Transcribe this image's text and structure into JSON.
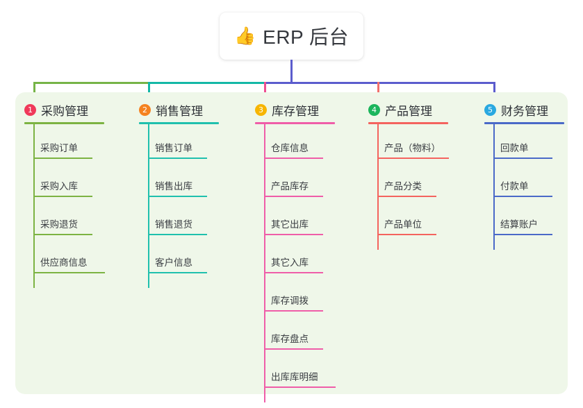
{
  "root": {
    "icon": "thumbs-up-icon",
    "icon_glyph": "👍",
    "title": "ERP 后台"
  },
  "panel": {
    "background_color": "#eff7e9"
  },
  "connector": {
    "stem_color": "#5b5ccd",
    "bus_segments": [
      {
        "color": "#76b447",
        "from": "col1",
        "to": "col2"
      },
      {
        "color": "#14b8a6",
        "from": "col2",
        "to": "col3"
      },
      {
        "color": "#5b5ccd",
        "from": "col3",
        "to": "col5"
      }
    ],
    "drops": [
      "#76b447",
      "#14b8a6",
      "#ef4f91",
      "#f2706b",
      "#5b5ccd"
    ]
  },
  "columns": [
    {
      "number": "1",
      "title": "采购管理",
      "badge_color": "#f0395a",
      "accent_color": "#7cb342",
      "items": [
        "采购订单",
        "采购入库",
        "采购退货",
        "供应商信息"
      ]
    },
    {
      "number": "2",
      "title": "销售管理",
      "badge_color": "#f58220",
      "accent_color": "#1fc0ad",
      "items": [
        "销售订单",
        "销售出库",
        "销售退货",
        "客户信息"
      ]
    },
    {
      "number": "3",
      "title": "库存管理",
      "badge_color": "#f7b500",
      "accent_color": "#ef5da8",
      "items": [
        "仓库信息",
        "产品库存",
        "其它出库",
        "其它入库",
        "库存调拨",
        "库存盘点",
        "出库库明细"
      ]
    },
    {
      "number": "4",
      "title": "产品管理",
      "badge_color": "#1bb55c",
      "accent_color": "#f4635e",
      "items": [
        "产品（物料）",
        "产品分类",
        "产品单位"
      ]
    },
    {
      "number": "5",
      "title": "财务管理",
      "badge_color": "#29a8e0",
      "accent_color": "#4a69c8",
      "items": [
        "回款单",
        "付款单",
        "结算账户"
      ]
    }
  ]
}
